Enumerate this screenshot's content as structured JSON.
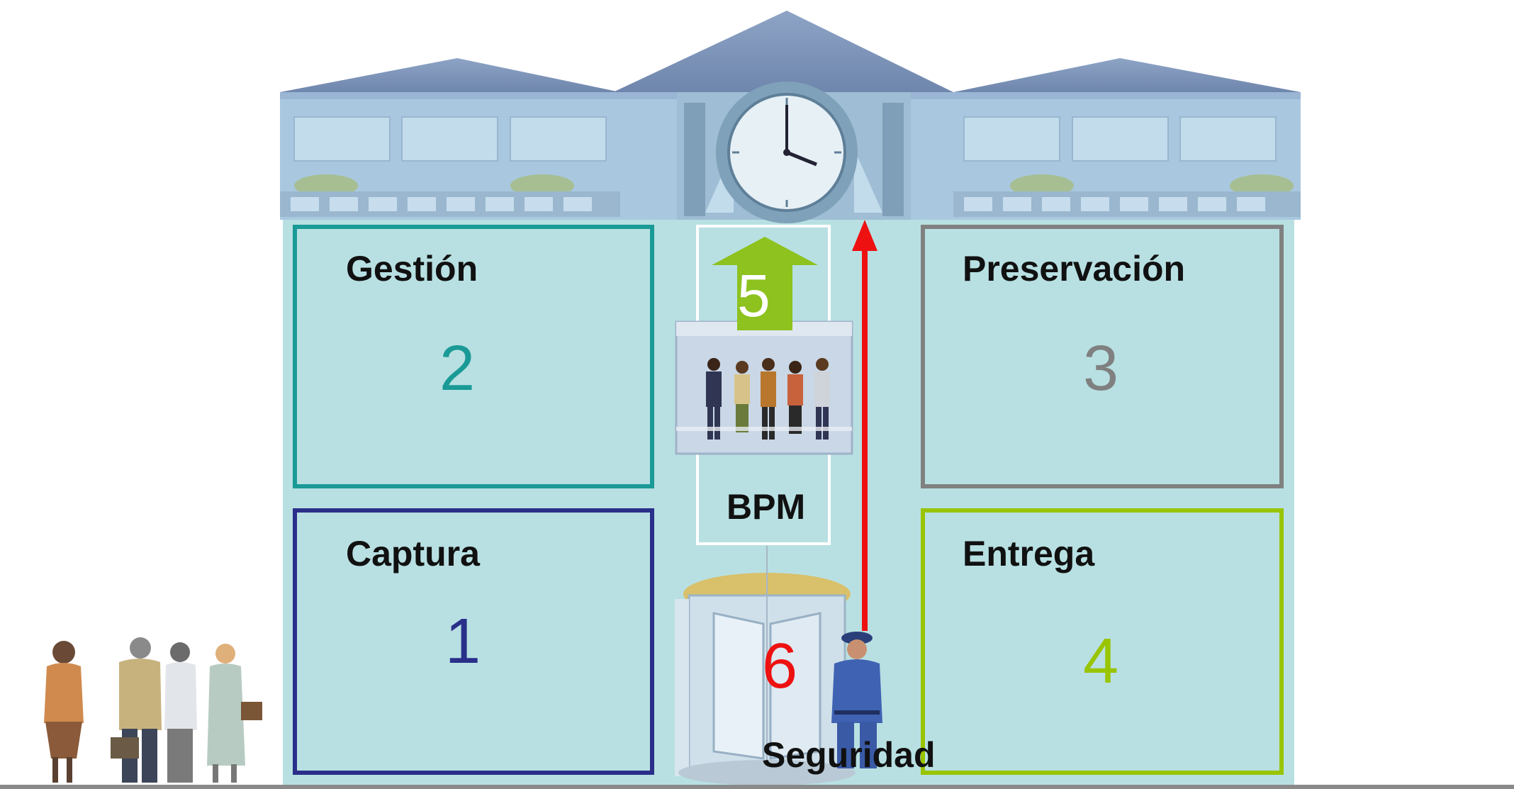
{
  "colors": {
    "gestion": "#1a9a96",
    "captura": "#2a2f8a",
    "preservacion": "#808080",
    "entrega": "#99c400",
    "bpm": "#8dc21f",
    "seguridad": "#ee1111",
    "building_fill": "#b8e0e2"
  },
  "modules": [
    {
      "id": "gestion",
      "label": "Gestión",
      "number": "2"
    },
    {
      "id": "preservacion",
      "label": "Preservación",
      "number": "3"
    },
    {
      "id": "captura",
      "label": "Captura",
      "number": "1"
    },
    {
      "id": "entrega",
      "label": "Entrega",
      "number": "4"
    }
  ],
  "bpm": {
    "label": "BPM",
    "number": "5"
  },
  "seguridad": {
    "label": "Seguridad",
    "number": "6"
  },
  "icons": [
    "clock-icon",
    "elevator-people-icon",
    "revolving-door-icon",
    "security-guard-icon",
    "people-group-icon",
    "up-arrow-icon"
  ]
}
